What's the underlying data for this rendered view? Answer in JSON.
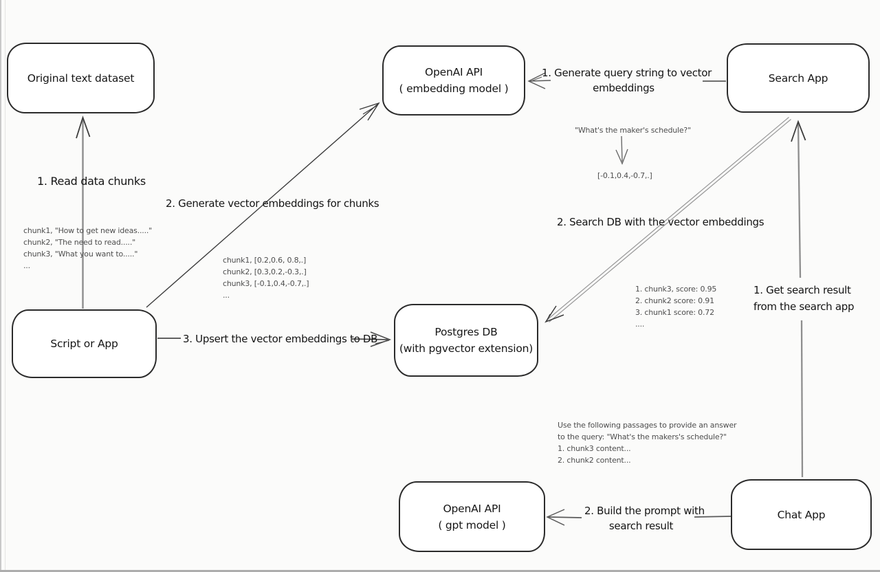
{
  "nodes": [
    {
      "id": "original-text-dataset",
      "lines": [
        "Original text dataset"
      ]
    },
    {
      "id": "openai-embedding",
      "lines": [
        "OpenAI API",
        "( embedding model )"
      ]
    },
    {
      "id": "search-app",
      "lines": [
        "Search App"
      ]
    },
    {
      "id": "script-or-app",
      "lines": [
        "Script or App"
      ]
    },
    {
      "id": "postgres-db",
      "lines": [
        "Postgres DB",
        "(with pgvector extension)"
      ]
    },
    {
      "id": "openai-gpt",
      "lines": [
        "OpenAI API",
        "( gpt model )"
      ]
    },
    {
      "id": "chat-app",
      "lines": [
        "Chat App"
      ]
    }
  ],
  "steps": {
    "read_chunks": "1. Read data chunks",
    "generate_embeddings": "2. Generate vector embeddings for chunks",
    "upsert_to_db": "3. Upsert the vector embeddings  to DB",
    "query_to_vector_line1": "1. Generate query string to vector",
    "query_to_vector_line2": "embeddings",
    "search_db": "2. Search DB with the vector embeddings",
    "get_search_result_line1": "1. Get search result",
    "get_search_result_line2": "from the search app",
    "build_prompt_line1": "2. Build the prompt with",
    "build_prompt_line2": "search result"
  },
  "annotations": {
    "chunk_texts": [
      "chunk1, \"How to get new ideas.....\"",
      "chunk2, \"The need to read.....\"",
      "chunk3, \"What you want to.....\"",
      "..."
    ],
    "chunk_vectors": [
      "chunk1, [0.2,0.6, 0.8,.]",
      "chunk2, [0.3,0.2,-0.3,.]",
      "chunk3, [-0.1,0.4,-0.7,.]",
      "..."
    ],
    "query_string": "\"What's the maker's schedule?\"",
    "query_vector": "[-0.1,0.4,-0.7,.]",
    "search_scores": [
      "1. chunk3, score: 0.95",
      "2. chunk2 score: 0.91",
      "3. chunk1 score: 0.72",
      "...."
    ],
    "prompt_lines": [
      "Use the following passages to provide an answer",
      "to the query: \"What's the makers's schedule?\"",
      "1. chunk3 content...",
      "2. chunk2 content..."
    ]
  },
  "colors": {
    "background": "#fbfbfa",
    "node_fill": "#ffffff",
    "node_stroke": "#2b2b2b",
    "label_text": "#141414",
    "annotation_text": "#4e4e4e",
    "arrow_gray": "#8e8e8e",
    "arrow_dark": "#3c3c3c"
  }
}
